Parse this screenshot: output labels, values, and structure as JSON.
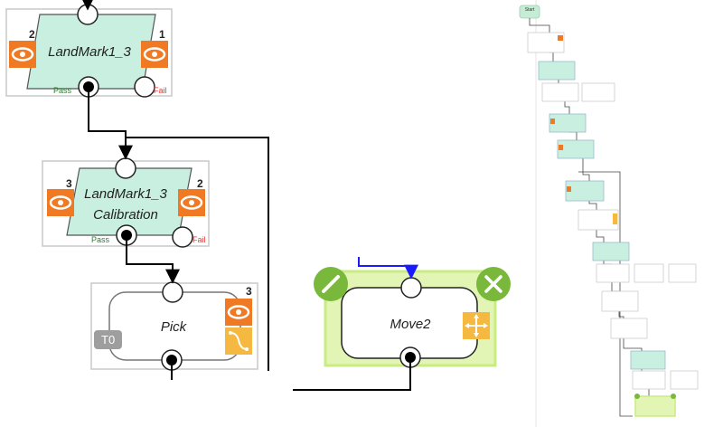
{
  "nodes": {
    "landmark1": {
      "title": "LandMark1_3",
      "left_index": "2",
      "right_index": "1",
      "pass_label": "Pass",
      "fail_label": "Fail"
    },
    "landmark2": {
      "title_line1": "LandMark1_3",
      "title_line2": "Calibration",
      "left_index": "3",
      "right_index": "2",
      "pass_label": "Pass",
      "fail_label": "Fail"
    },
    "pick": {
      "title": "Pick",
      "tool_label": "T0",
      "right_index": "3"
    },
    "move2": {
      "title": "Move2"
    }
  },
  "minimap": {
    "start_label": "Start"
  },
  "colors": {
    "landmark_fill": "#c8efe0",
    "eye_orange": "#f07a24",
    "pick_orange": "#f5b942",
    "move_border": "#c9ec82",
    "move_fill": "#e3f5b4",
    "edit_green": "#79b83a",
    "flow_line": "#000000",
    "highlight_line": "#1a1aff"
  }
}
